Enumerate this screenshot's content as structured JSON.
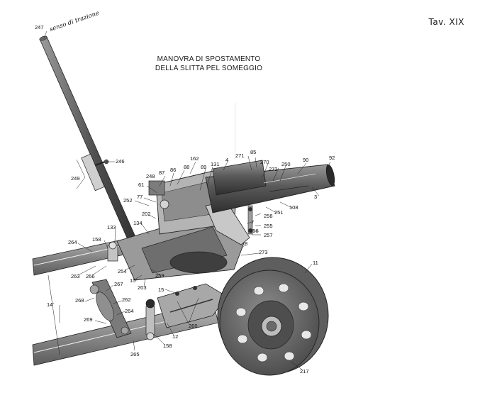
{
  "plate_number": "Tav. XIX",
  "title_lines": [
    "MANOVRA DI SPOSTAMENTO",
    "DELLA SLITTA PEL SOMEGGIO"
  ],
  "direction_label": "senso di trazione",
  "callouts": {
    "n247": "247",
    "n246": "246",
    "n249": "249",
    "n162": "162",
    "n4": "4",
    "n271": "271",
    "n85": "85",
    "n90": "90",
    "n92": "92",
    "n88": "88",
    "n86": "86",
    "n87": "87",
    "n248": "248",
    "n89": "89",
    "n131": "131",
    "n270": "270",
    "n272": "272",
    "n250": "250",
    "n3": "3",
    "n61": "61",
    "n77": "77",
    "n252": "252",
    "n251": "251",
    "n108": "108",
    "n202": "202",
    "n258": "258",
    "n255": "255",
    "n7": "7",
    "n256": "256",
    "n257": "257",
    "n133": "133",
    "n134": "134",
    "n158a": "158",
    "n264a": "264",
    "n8": "8",
    "n273": "273",
    "n263": "263",
    "n266": "266",
    "n254": "254",
    "n259": "259",
    "n15p": "15'",
    "n203": "203",
    "n11": "11",
    "n267": "267",
    "n151": "15",
    "n14p": "14'",
    "n268": "268",
    "n262": "262",
    "n264b": "264",
    "n269": "269",
    "n260": "260",
    "n12": "12",
    "n265": "265",
    "n158b": "158",
    "n217": "217"
  }
}
